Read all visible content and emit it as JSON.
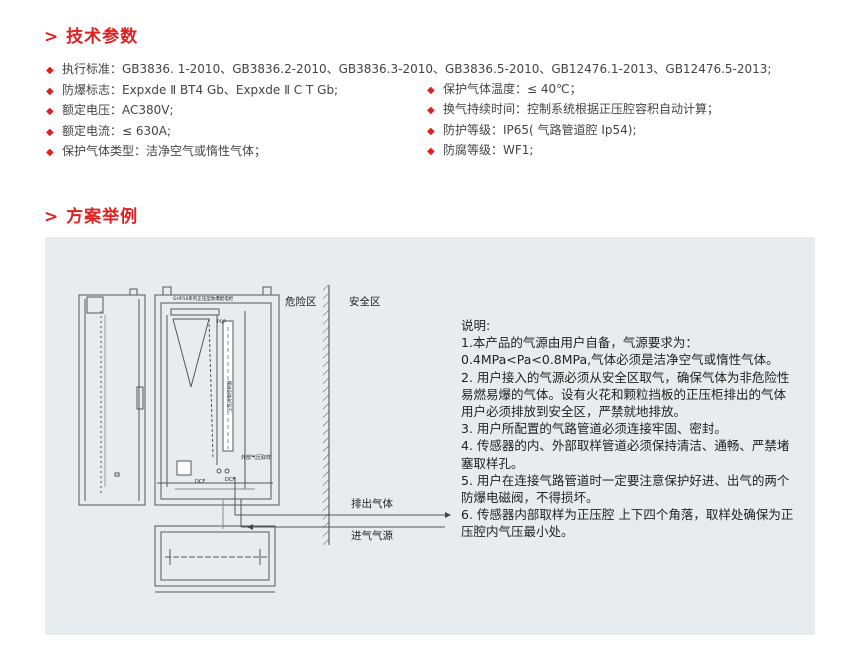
{
  "sections": {
    "tech_title": "> 技术参数",
    "example_title": "> 方案举例"
  },
  "specs_left": [
    "执行标准：GB3836. 1-2010、GB3836.2-2010、GB3836.3-2010、GB3836.5-2010、GB12476.1-2013、GB12476.5-2013;",
    "防爆标志：Expxde Ⅱ BT4 Gb、Expxde Ⅱ C T Gb;",
    "额定电压：AC380V;",
    "额定电流：≤ 630A;",
    "保护气体类型：洁净空气或惰性气体；"
  ],
  "specs_right": [
    "保护气体温度：≤ 40℃；",
    "换气持续时间：控制系统根据正压腔容积自动计算；",
    "防护等级：IP65( 气路管道腔 Ip54);",
    "防腐等级：WF1;"
  ],
  "diagram": {
    "zone_danger": "危险区",
    "zone_safe": "安全区",
    "exhaust_label": "排出气体",
    "intake_label": "进气气源",
    "external_sampling": "外部气压取样",
    "dcf": "DCF",
    "plate": "GHP10系列正压型防爆配电柜",
    "tube_label": "正压防爆控制器",
    "small_label": "PQP"
  },
  "notes": {
    "title": "说明:",
    "lines": [
      "1.本产品的气源由用户自备，气源要求为：",
      "0.4MPa<Pa<0.8MPa,气体必须是洁净空气或惰性气体。",
      "2. 用户接入的气源必须从安全区取气，确保气体为非危险性",
      "易燃易爆的气体。设有火花和颗粒挡板的正压柜排出的气体",
      "用户必须排放到安全区，严禁就地排放。",
      "3. 用户所配置的气路管道必须连接牢固、密封。",
      "4. 传感器的内、外部取样管道必须保持清洁、通畅、严禁堵",
      "塞取样孔。",
      "5. 用户在连接气路管道时一定要注意保护好进、出气的两个",
      "防爆电磁阀，不得损坏。",
      "6. 传感器内部取样为正压腔 上下四个角落，取样处确保为正",
      "压腔内气压最小处。"
    ]
  },
  "colors": {
    "accent": "#e02020",
    "panel_bg": "#e9ecef"
  }
}
